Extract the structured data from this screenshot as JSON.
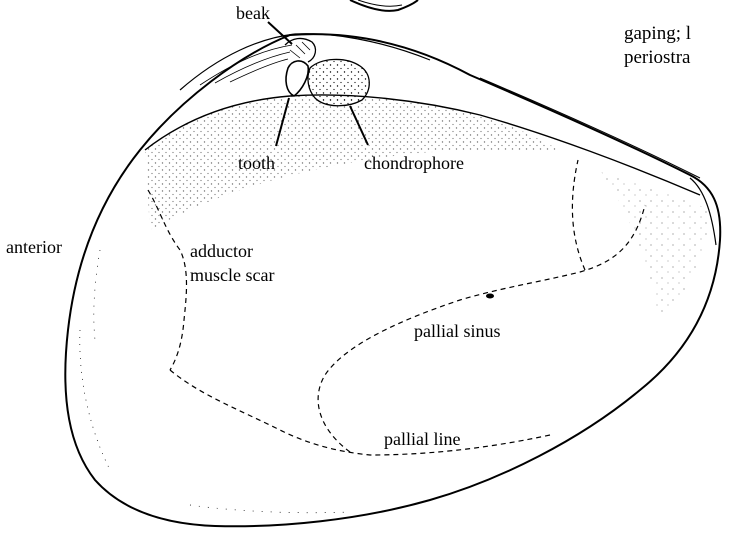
{
  "labels": {
    "beak": "beak",
    "tooth": "tooth",
    "chondrophore": "chondrophore",
    "anterior": "anterior",
    "adductor_line1": "adductor",
    "adductor_line2": "muscle scar",
    "pallial_sinus": "pallial sinus",
    "pallial_line": "pallial line"
  },
  "side_text": {
    "line1": "gaping; l",
    "line2": "periostra"
  },
  "colors": {
    "ink": "#000000",
    "paper": "#ffffff"
  }
}
